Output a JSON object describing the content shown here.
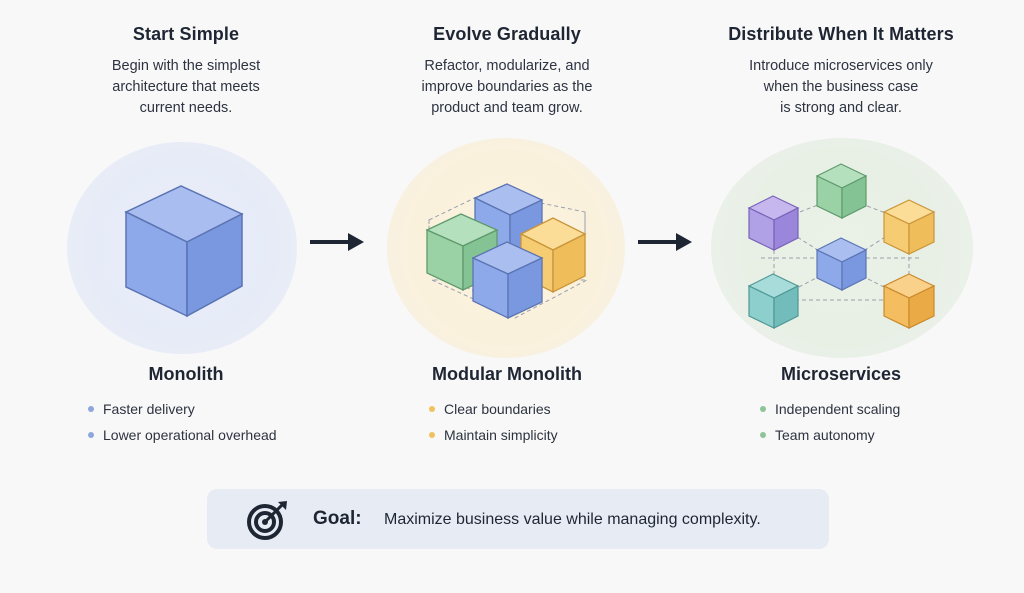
{
  "stages": [
    {
      "title": "Start Simple",
      "desc": [
        "Begin with the simplest",
        "architecture that meets",
        "current needs."
      ],
      "name": "Monolith",
      "bullets": [
        "Faster delivery",
        "Lower operational overhead"
      ],
      "icon": "single-cube-icon",
      "accent": "#8ea6de"
    },
    {
      "title": "Evolve Gradually",
      "desc": [
        "Refactor, modularize, and",
        "improve boundaries as the",
        "product and team grow."
      ],
      "name": "Modular Monolith",
      "bullets": [
        "Clear boundaries",
        "Maintain simplicity"
      ],
      "icon": "grouped-cubes-icon",
      "accent": "#efc25e"
    },
    {
      "title": "Distribute When It Matters",
      "desc": [
        "Introduce microservices only",
        "when the business case",
        "is strong and clear."
      ],
      "name": "Microservices",
      "bullets": [
        "Independent scaling",
        "Team autonomy"
      ],
      "icon": "distributed-cubes-icon",
      "accent": "#8fc39a"
    }
  ],
  "goal": {
    "label": "Goal:",
    "text": "Maximize business value while managing complexity.",
    "icon": "target-arrow-icon"
  },
  "colors": {
    "blue": "#8aa6e3",
    "green": "#8fca9b",
    "yellow": "#f3c867",
    "purple": "#a996e0",
    "teal": "#7fc3c1",
    "orange": "#f2b959",
    "dark": "#1f2633"
  }
}
